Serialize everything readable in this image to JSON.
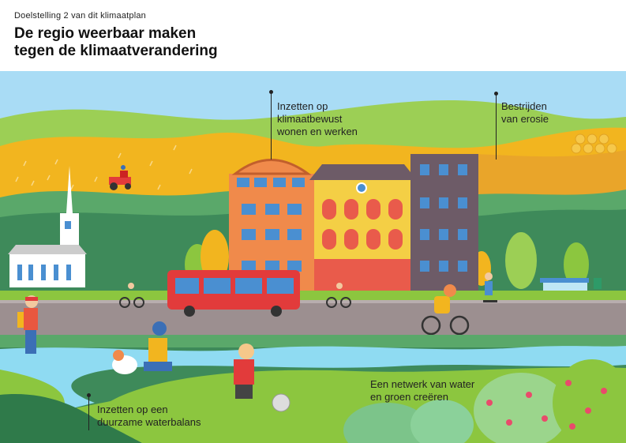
{
  "header": {
    "kicker": "Doelstelling 2 van dit klimaatplan",
    "title_line1": "De regio weerbaar maken",
    "title_line2": "tegen de klimaatverandering"
  },
  "labels": {
    "living": "Inzetten op\nklimaatbewust\nwonen en werken",
    "erosion": "Bestrijden\nvan erosie",
    "water_network": "Een netwerk van water\nen groen creëren",
    "water_balance": "Inzetten op een\nduurzame waterbalans"
  },
  "colors": {
    "sky": "#a9dcf5",
    "field_yellow": "#f2b51f",
    "hill_green": "#8cc63f",
    "dark_green": "#3e8a5a",
    "road": "#9c8f90",
    "water": "#8fdbf2",
    "bus_red": "#e23b3b",
    "building_orange": "#f08a4b",
    "building_yellow": "#f4cf45",
    "building_purple": "#6d5b67"
  }
}
